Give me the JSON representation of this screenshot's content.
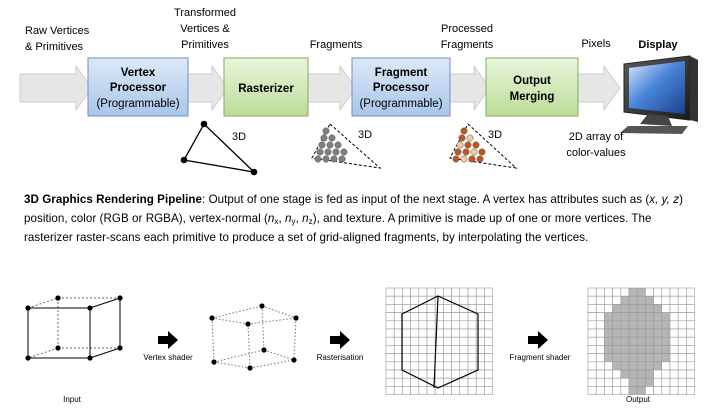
{
  "pipeline": {
    "labels": {
      "raw": [
        "Raw Vertices",
        "& Primitives"
      ],
      "transformed": [
        "Transformed",
        "Vertices &",
        "Primitives"
      ],
      "fragments": [
        "Fragments"
      ],
      "processed": [
        "Processed",
        "Fragments"
      ],
      "pixels": [
        "Pixels"
      ],
      "display": [
        "Display"
      ]
    },
    "stages": [
      {
        "id": "vertex-processor",
        "lines": [
          "Vertex",
          "Processor",
          "(Programmable)"
        ],
        "bold": [
          true,
          true,
          false
        ]
      },
      {
        "id": "rasterizer",
        "lines": [
          "Rasterizer"
        ],
        "bold": [
          true
        ]
      },
      {
        "id": "fragment-processor",
        "lines": [
          "Fragment",
          "Processor",
          "(Programmable)"
        ],
        "bold": [
          true,
          true,
          false
        ]
      },
      {
        "id": "output-merging",
        "lines": [
          "Output",
          "Merging"
        ],
        "bold": [
          true,
          true
        ]
      }
    ],
    "annotations": {
      "three_d": "3D",
      "array": [
        "2D array of",
        "color-values"
      ]
    },
    "colors": {
      "stage_blue_top": "#dde9f7",
      "stage_blue_bottom": "#a8c6ea",
      "stage_green_top": "#eaf5dc",
      "stage_green_bottom": "#bcdc99",
      "arrow": "#e6e6e6",
      "fragment_gray": "#7f7f7f",
      "fragment_orange": "#c0581e",
      "fragment_light": "#f5c9a4"
    }
  },
  "caption": {
    "title": "3D Graphics Rendering Pipeline",
    "parts": [
      ": Output of one stage is fed as input of the next stage. A vertex has attributes such as (",
      "x, y, z",
      ") position, color (RGB or RGBA), vertex-normal (",
      "n",
      "x",
      ", ",
      "n",
      "y",
      ", ",
      "n",
      "z",
      "), and texture. A primitive is made up of one or more vertices. The rasterizer raster-scans each primitive to produce a set of grid-aligned fragments, by interpolating the vertices."
    ]
  },
  "bottom": {
    "labels": {
      "input": "Input",
      "vertex_shader": "Vertex shader",
      "rasterisation": "Rasterisation",
      "fragment_shader": "Fragment shader",
      "output": "Output"
    }
  }
}
